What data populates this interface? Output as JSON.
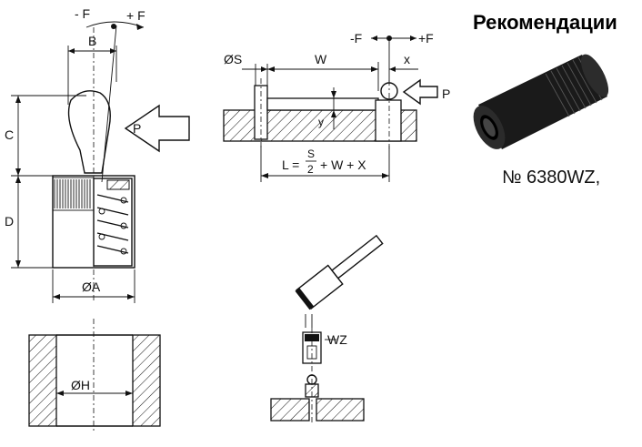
{
  "recommendation": {
    "title": "Рекомендации",
    "model": "№ 6380WZ,"
  },
  "plunger_view": {
    "force_minus": "- F",
    "force_plus": "+ F",
    "dim_b": "B",
    "dim_c": "C",
    "dim_d": "D",
    "dim_a": "ØA",
    "pressure": "P"
  },
  "hole_view": {
    "dim_h": "ØH"
  },
  "install_view": {
    "force_minus": "-F",
    "force_plus": "+F",
    "dim_s": "ØS",
    "dim_w": "W",
    "dim_x": "x",
    "dim_y": "y",
    "pressure": "P",
    "formula_left": "L =",
    "formula_num": "S",
    "formula_den": "2",
    "formula_right": "+ W + X"
  },
  "tool_view": {
    "tool_label": "WZ"
  }
}
